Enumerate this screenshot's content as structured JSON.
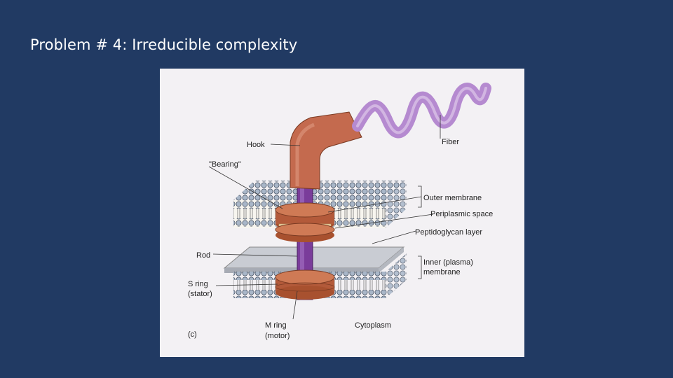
{
  "slide": {
    "title": "Problem # 4: Irreducible complexity"
  },
  "diagram": {
    "panel_letter": "(c)",
    "labels": {
      "hook": "Hook",
      "fiber": "Fiber",
      "bearing": "\"Bearing\"",
      "outer_membrane": "Outer membrane",
      "periplasmic_space": "Periplasmic space",
      "peptidoglycan_layer": "Peptidoglycan layer",
      "rod": "Rod",
      "inner_membrane_1": "Inner (plasma)",
      "inner_membrane_2": "membrane",
      "s_ring_1": "S ring",
      "s_ring_2": "(stator)",
      "m_ring_1": "M ring",
      "m_ring_2": "(motor)",
      "cytoplasm": "Cytoplasm"
    },
    "colors": {
      "hook": "#c46a4e",
      "fiber": "#b58ad0",
      "rod": "#7a3c9a",
      "ring": "#b35a3a",
      "ring_light": "#efd3a2",
      "membrane_head": "#9aa9bc",
      "peptidoglycan": "#c9ccd3"
    }
  }
}
